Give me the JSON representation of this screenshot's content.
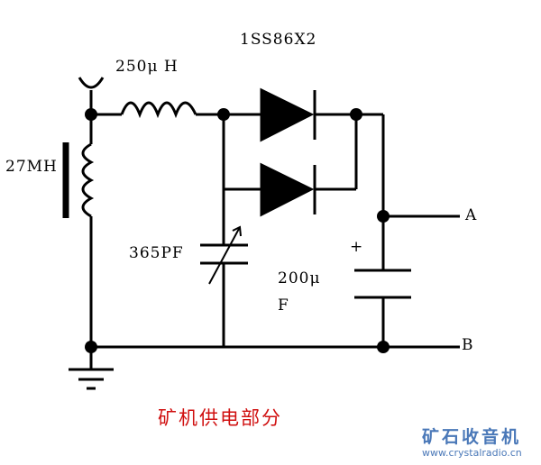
{
  "labels": {
    "diode": "1SS86X2",
    "inductor": "250μ H",
    "coil": "27MH",
    "var_cap": "365PF",
    "cap_value": "200μ",
    "cap_unit": "F",
    "polarity": "+",
    "terminal_a": "A",
    "terminal_b": "B"
  },
  "caption": "矿机供电部分",
  "watermark": {
    "title": "矿石收音机",
    "url": "www.crystalradio.cn"
  },
  "colors": {
    "caption": "#d01010",
    "watermark": "#4a78b8"
  }
}
